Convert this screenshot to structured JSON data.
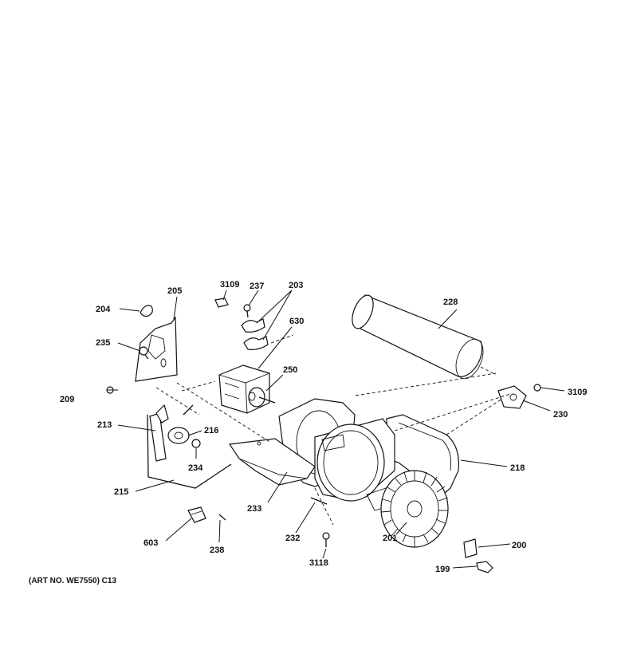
{
  "diagram": {
    "art_no": "(ART NO. WE7550) C13",
    "labels": {
      "p199": "199",
      "p200": "200",
      "p201": "201",
      "p203": "203",
      "p204": "204",
      "p205": "205",
      "p209": "209",
      "p213": "213",
      "p215": "215",
      "p216": "216",
      "p218": "218",
      "p228": "228",
      "p230": "230",
      "p232": "232",
      "p233": "233",
      "p234": "234",
      "p235": "235",
      "p237": "237",
      "p238": "238",
      "p250": "250",
      "p3109a": "3109",
      "p3109b": "3109",
      "p3118": "3118",
      "p603": "603",
      "p630": "630"
    }
  }
}
